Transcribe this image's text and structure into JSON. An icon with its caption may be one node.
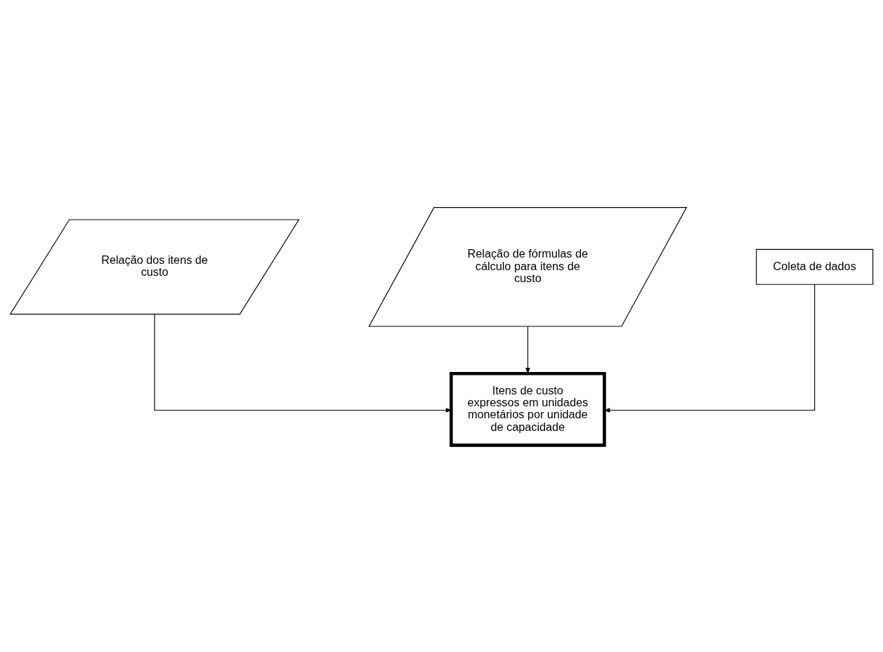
{
  "diagram": {
    "nodes": [
      {
        "text": [
          "Relação dos itens de custo"
        ]
      },
      {
        "text": [
          "Relação de fórmulas de cálculo para itens de custo"
        ]
      },
      {
        "text": [
          "Coleta de dados"
        ]
      },
      {
        "text": [
          "Itens de custo expressos em unidades monetários por unidade de capacidade"
        ]
      }
    ],
    "edges": [
      {
        "from": 0,
        "to": 3,
        "arrow": "to"
      },
      {
        "from": 1,
        "to": 3,
        "arrow": "to"
      },
      {
        "from": 2,
        "to": 3,
        "arrow": "to"
      }
    ]
  }
}
